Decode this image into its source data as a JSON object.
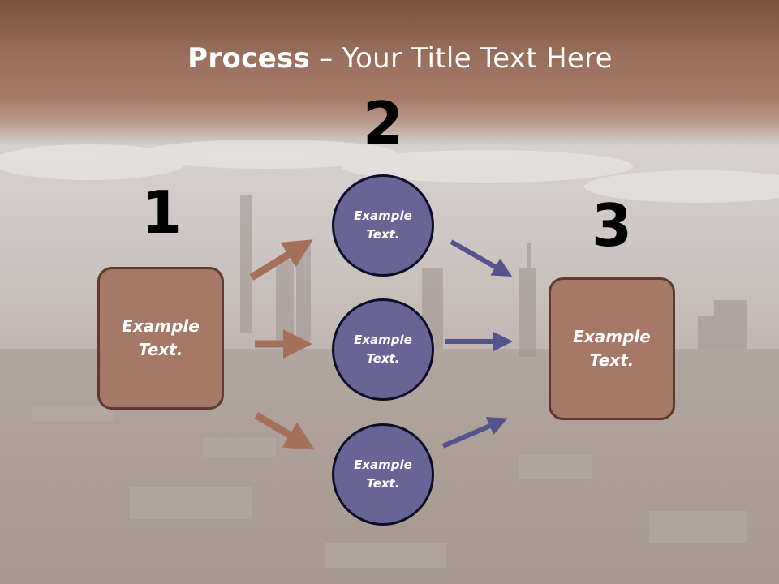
{
  "slide": {
    "title_bold": "Process",
    "title_rest": " – Your Title Text Here"
  },
  "steps": {
    "step1": {
      "number": "1",
      "label": "Example Text."
    },
    "step2": {
      "number": "2",
      "items": [
        "Example Text.",
        "Example Text.",
        "Example Text."
      ]
    },
    "step3": {
      "number": "3",
      "label": "Example Text."
    }
  },
  "colors": {
    "box_fill": "#a57868",
    "box_border": "#5e3b2c",
    "circle_fill": "#6a6496",
    "circle_border": "#0d0c2a",
    "arrow_brown": "#a5705a",
    "arrow_blue": "#55528e"
  }
}
